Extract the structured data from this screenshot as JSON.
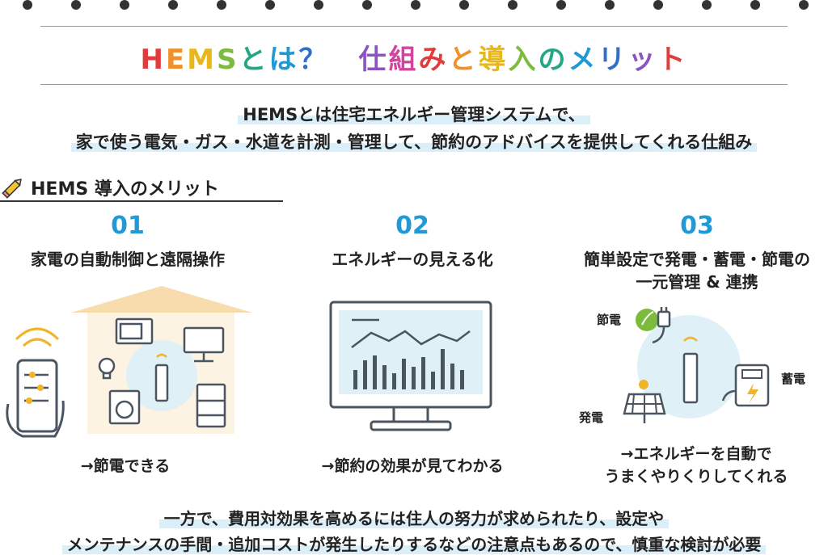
{
  "title": {
    "chars": [
      {
        "c": "H",
        "color": "#e23b3b"
      },
      {
        "c": "E",
        "color": "#f0902b"
      },
      {
        "c": "M",
        "color": "#e7b81e"
      },
      {
        "c": "S",
        "color": "#7cbb3d"
      },
      {
        "c": "と",
        "color": "#22a884"
      },
      {
        "c": "は",
        "color": "#1f98d4"
      },
      {
        "c": "？",
        "color": "#2f6fc7"
      },
      {
        "c": "　",
        "color": "#000000"
      },
      {
        "c": "仕",
        "color": "#8b54c2"
      },
      {
        "c": "組",
        "color": "#d2459c"
      },
      {
        "c": "み",
        "color": "#e23b3b"
      },
      {
        "c": "と",
        "color": "#f0902b"
      },
      {
        "c": "導",
        "color": "#e7b81e"
      },
      {
        "c": "入",
        "color": "#7cbb3d"
      },
      {
        "c": "の",
        "color": "#22a884"
      },
      {
        "c": "メ",
        "color": "#1f98d4"
      },
      {
        "c": "リ",
        "color": "#2f6fc7"
      },
      {
        "c": "ッ",
        "color": "#8b54c2"
      },
      {
        "c": "ト",
        "color": "#e23b3b"
      }
    ]
  },
  "intro": {
    "line1": "HEMSとは住宅エネルギー管理システムで、",
    "line2": "家で使う電気・ガス・水道を計測・管理して、節約のアドバイスを提供してくれる仕組み"
  },
  "section": {
    "label": "HEMS 導入のメリット",
    "icon": "pencil-icon"
  },
  "merits": [
    {
      "number": "01",
      "title": "家電の自動制御と遠隔操作",
      "result": "→節電できる"
    },
    {
      "number": "02",
      "title": "エネルギーの見える化",
      "result": "→節約の効果が見てわかる"
    },
    {
      "number": "03",
      "title_line1": "簡単設定で発電・蓄電・節電の",
      "title_line2": "一元管理 & 連携",
      "result_line1": "→エネルギーを自動で",
      "result_line2": "うまくやりくりしてくれる",
      "labels": {
        "save": "節電",
        "store": "蓄電",
        "generate": "発電"
      }
    }
  ],
  "outro": {
    "line1": "一方で、費用対効果を高めるには住人の努力が求められたり、設定や",
    "line2": "メンテナンスの手間・追加コストが発生したりするなどの注意点もあるので、慎重な検討が必要"
  },
  "colors": {
    "accent_blue": "#1e9ad6",
    "highlight": "#dbeffa",
    "house_roof": "#f8dcae",
    "house_wall": "#fdf3e3",
    "bubble": "#dff0f7",
    "icon_gray": "#4a5560"
  }
}
